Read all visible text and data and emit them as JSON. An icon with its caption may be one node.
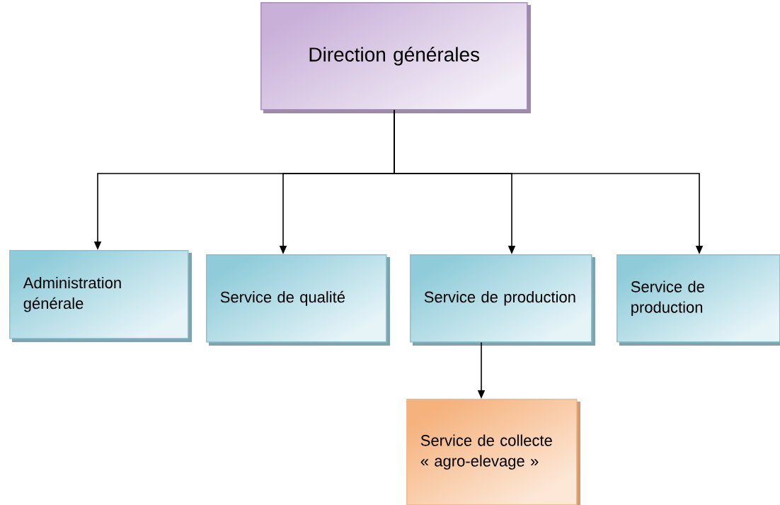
{
  "diagram": {
    "nodes": [
      {
        "text": [
          "Direction générales"
        ]
      },
      {
        "text": [
          "Administration générale"
        ]
      },
      {
        "text": [
          "Service de qualité"
        ]
      },
      {
        "text": [
          "Service de production"
        ]
      },
      {
        "text": [
          "Service de production"
        ]
      },
      {
        "text": [
          "Service de collecte « agro-elevage »"
        ]
      }
    ],
    "edges": [
      {
        "from": 0,
        "to": 1,
        "arrow": "to"
      },
      {
        "from": 0,
        "to": 2,
        "arrow": "to"
      },
      {
        "from": 0,
        "to": 3,
        "arrow": "to"
      },
      {
        "from": 0,
        "to": 4,
        "arrow": "to"
      },
      {
        "from": 3,
        "to": 5,
        "arrow": "to"
      }
    ]
  }
}
